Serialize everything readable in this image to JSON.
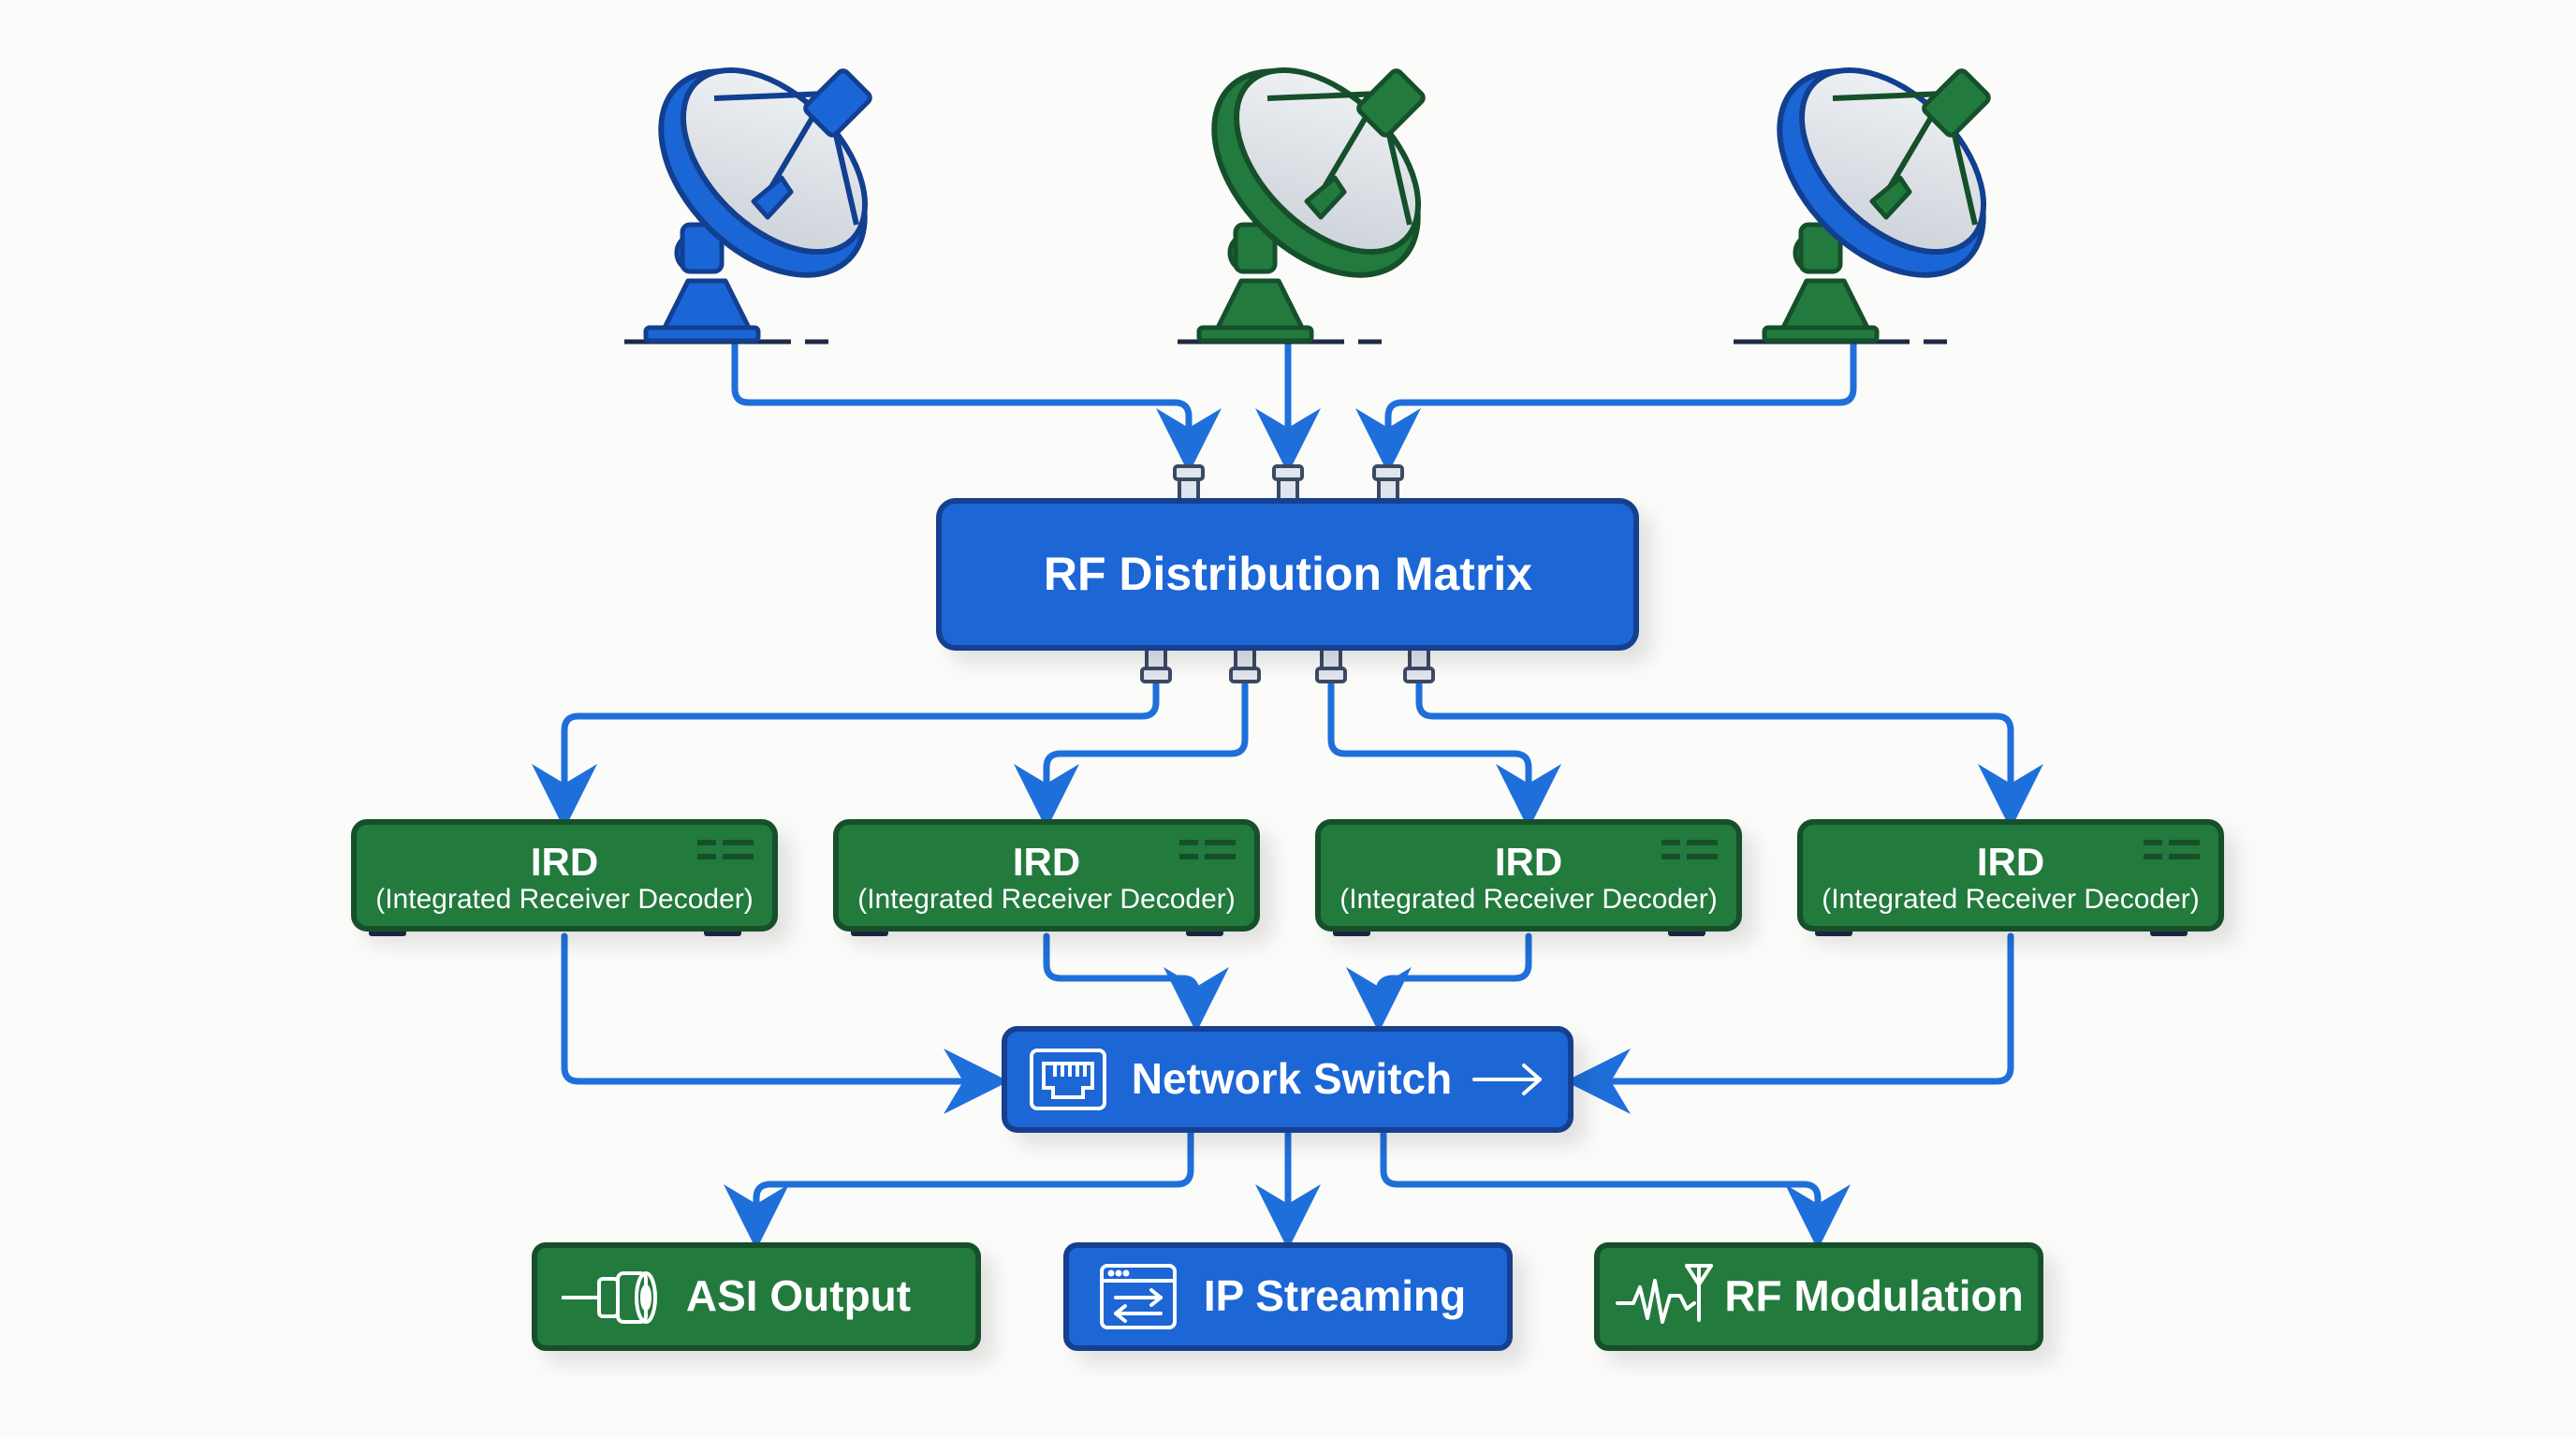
{
  "colors": {
    "blue": "#1a66d6",
    "blue_dark": "#123f8f",
    "green": "#237a3e",
    "green_dark": "#15502a",
    "line": "#1f6fdb",
    "white": "#ffffff"
  },
  "nodes": {
    "rf_matrix": {
      "label": "RF Distribution Matrix"
    },
    "ird_1": {
      "title": "IRD",
      "subtitle": "(Integrated Receiver Decoder)"
    },
    "ird_2": {
      "title": "IRD",
      "subtitle": "(Integrated Receiver Decoder)"
    },
    "ird_3": {
      "title": "IRD",
      "subtitle": "(Integrated Receiver Decoder)"
    },
    "ird_4": {
      "title": "IRD",
      "subtitle": "(Integrated Receiver Decoder)"
    },
    "network_switch": {
      "label": "Network Switch"
    },
    "asi_output": {
      "label": "ASI Output"
    },
    "ip_streaming": {
      "label": "IP Streaming"
    },
    "rf_modulation": {
      "label": "RF Modulation"
    }
  },
  "icons": {
    "dish_1": "satellite-dish-icon",
    "dish_2": "satellite-dish-icon",
    "dish_3": "satellite-dish-icon",
    "switch": "ethernet-port-icon",
    "asi": "coax-connector-icon",
    "ip": "browser-window-icon",
    "rf": "signal-antenna-icon"
  }
}
